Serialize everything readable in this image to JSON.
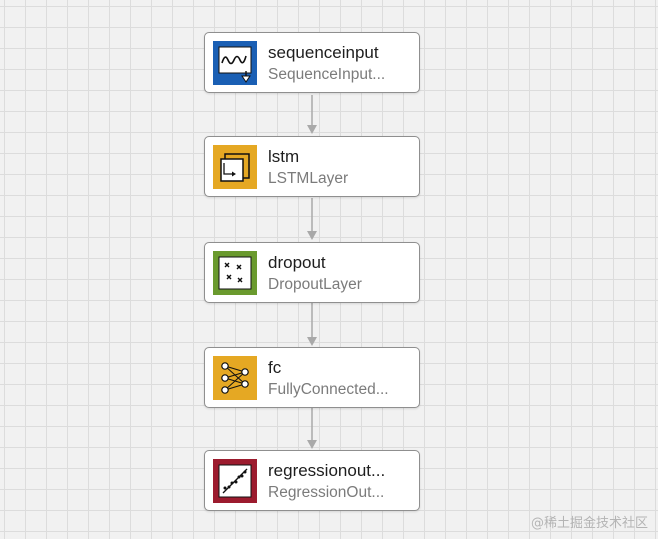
{
  "colors": {
    "sequenceinput": "#1a5fb4",
    "lstm": "#e5a823",
    "dropout": "#6a9a2e",
    "fc": "#e5a823",
    "regressionoutput": "#9c1b2e",
    "edge": "#a9a9a9"
  },
  "layers": [
    {
      "name": "sequenceinput",
      "type": "SequenceInput...",
      "icon": "sequence-input-icon"
    },
    {
      "name": "lstm",
      "type": "LSTMLayer",
      "icon": "lstm-icon"
    },
    {
      "name": "dropout",
      "type": "DropoutLayer",
      "icon": "dropout-icon"
    },
    {
      "name": "fc",
      "type": "FullyConnected...",
      "icon": "fully-connected-icon"
    },
    {
      "name": "regressionout...",
      "type": "RegressionOut...",
      "icon": "regression-output-icon"
    }
  ],
  "watermark": "@稀土掘金技术社区"
}
